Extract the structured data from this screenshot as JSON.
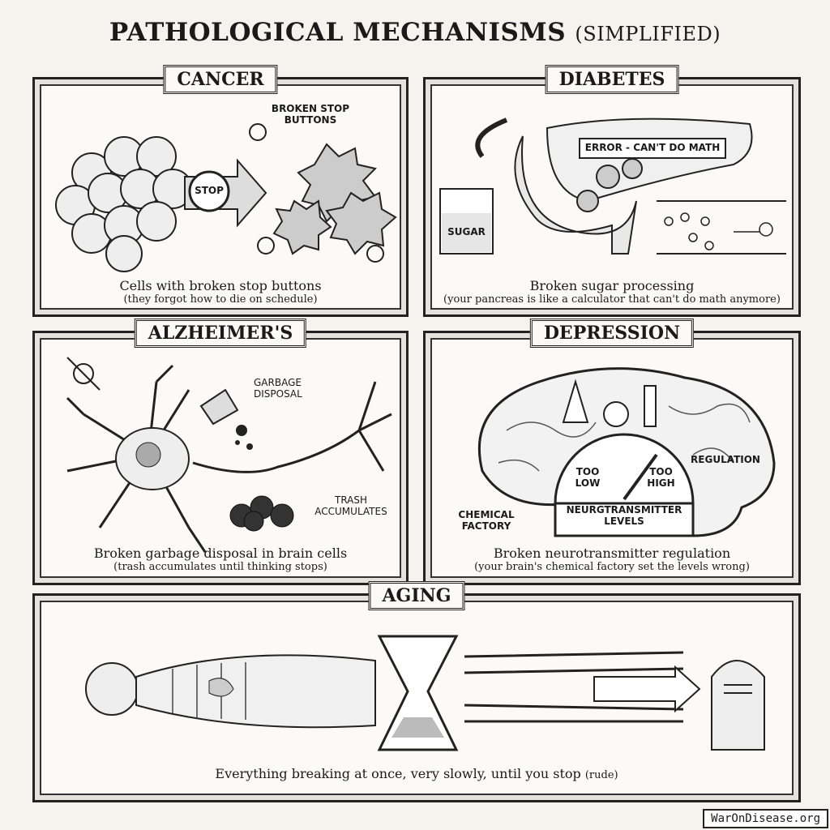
{
  "title": {
    "main": "PATHOLOGICAL MECHANISMS",
    "sub": "(SIMPLIFIED)"
  },
  "panels": {
    "cancer": {
      "tab": "CANCER",
      "labels": {
        "broken": "BROKEN STOP BUTTONS",
        "stop": "STOP"
      },
      "caption": "Cells with broken stop buttons",
      "subcaption": "(they forgot how to die on schedule)"
    },
    "diabetes": {
      "tab": "DIABETES",
      "labels": {
        "error": "ERROR - CAN'T DO MATH",
        "sugar": "SUGAR"
      },
      "caption": "Broken sugar processing",
      "subcaption": "(your pancreas is like a calculator that can't do math anymore)"
    },
    "alzheimers": {
      "tab": "ALZHEIMER'S",
      "labels": {
        "garbage": "GARBAGE DISPOSAL",
        "trash": "TRASH ACCUMULATES"
      },
      "caption": "Broken garbage disposal in brain cells",
      "subcaption": "(trash accumulates until thinking stops)"
    },
    "depression": {
      "tab": "DEPRESSION",
      "labels": {
        "too_low": "TOO LOW",
        "too_high": "TOO HIGH",
        "gauge": "NEURGTRANSMITTER LEVELS",
        "regulation": "REGULATION",
        "factory": "CHEMICAL FACTORY"
      },
      "caption": "Broken neurotransmitter regulation",
      "subcaption": "(your brain's chemical factory set the levels wrong)"
    },
    "aging": {
      "tab": "AGING",
      "caption": "Everything breaking at once, very slowly, until you stop",
      "caption_suffix": "(rude)"
    }
  },
  "watermark": "WarOnDisease.org"
}
